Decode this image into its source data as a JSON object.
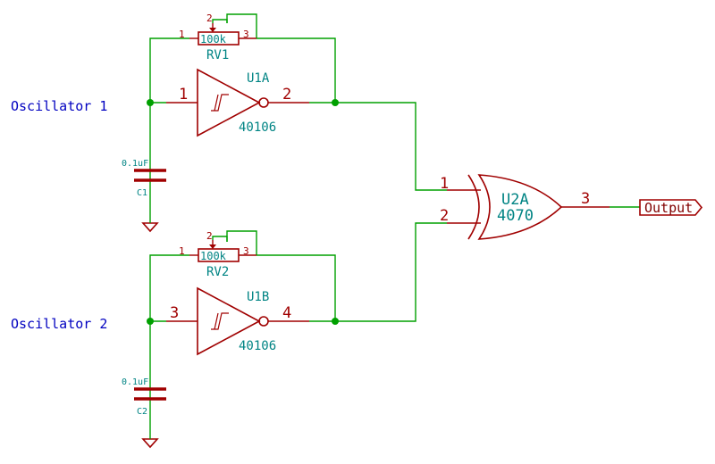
{
  "notes": {
    "osc1": "Oscillator 1",
    "osc2": "Oscillator 2"
  },
  "rv1": {
    "ref": "RV1",
    "value": "100k",
    "pin1": "1",
    "pin2": "2",
    "pin3": "3"
  },
  "rv2": {
    "ref": "RV2",
    "value": "100k",
    "pin1": "1",
    "pin2": "2",
    "pin3": "3"
  },
  "u1a": {
    "ref": "U1A",
    "value": "40106",
    "pin_in": "1",
    "pin_out": "2"
  },
  "u1b": {
    "ref": "U1B",
    "value": "40106",
    "pin_in": "3",
    "pin_out": "4"
  },
  "c1": {
    "ref": "C1",
    "value": "0.1uF"
  },
  "c2": {
    "ref": "C2",
    "value": "0.1uF"
  },
  "u2a": {
    "ref": "U2A",
    "value": "4070",
    "pin_a": "1",
    "pin_b": "2",
    "pin_out": "3"
  },
  "output": {
    "label": "Output"
  },
  "colors": {
    "wire": "#00a000",
    "component": "#a00000",
    "reference": "#008484",
    "note": "#0000c0"
  }
}
